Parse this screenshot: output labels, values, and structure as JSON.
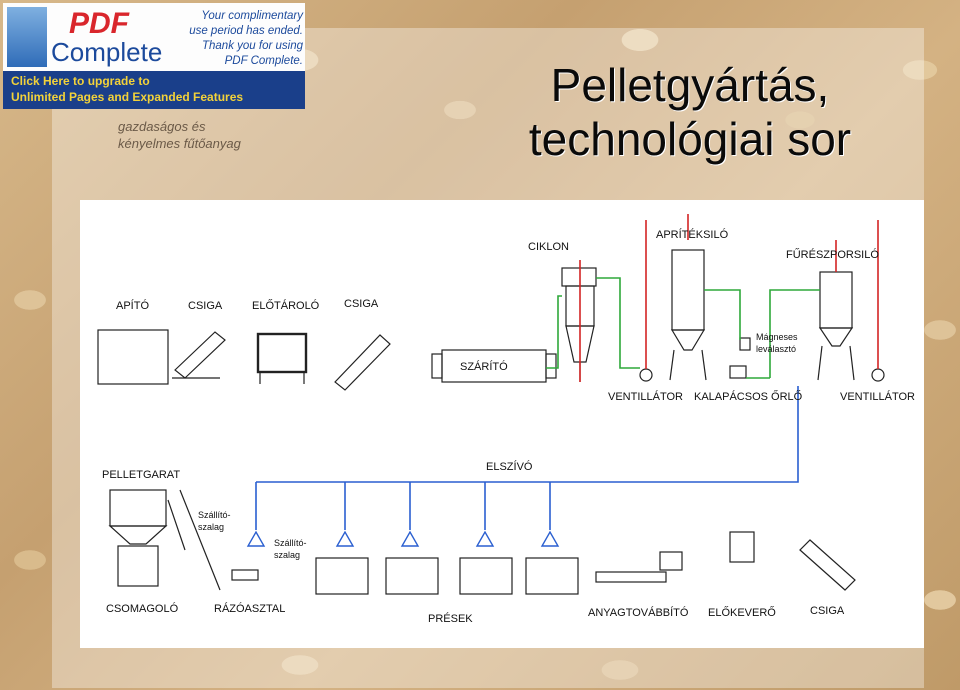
{
  "banner": {
    "pdf": "PDF",
    "complete": "Complete",
    "msg1": "Your complimentary",
    "msg2": "use period has ended.",
    "msg3": "Thank you for using",
    "msg4": "PDF Complete.",
    "cta1": "Click Here to upgrade to",
    "cta2": "Unlimited Pages and Expanded Features"
  },
  "tagline": {
    "line1": "gazdaságos és",
    "line2": "kényelmes fűtőanyag"
  },
  "title": {
    "line1": "Pelletgyártás,",
    "line2": "technológiai sor"
  },
  "labels": {
    "apito": "APÍTÓ",
    "csiga1": "CSIGA",
    "elotarolo": "ELŐTÁROLÓ",
    "csiga2": "CSIGA",
    "szarito": "SZÁRÍTÓ",
    "ciklon": "CIKLON",
    "apritek": "APRÍTÉKSILÓ",
    "fureszpor": "FŰRÉSZPORSILÓ",
    "magneses1": "Mágneses",
    "magneses2": "leválasztó",
    "vent1": "VENTILLÁTOR",
    "kalapacs": "KALAPÁCSOS ŐRLŐ",
    "vent2": "VENTILLÁTOR",
    "pelletgarat": "PELLETGARAT",
    "elszivo": "ELSZÍVÓ",
    "szall1a": "Szállító-",
    "szall1b": "szalag",
    "szall2a": "Szállító-",
    "szall2b": "szalag",
    "csomagolo": "CSOMAGOLÓ",
    "razoasztal": "RÁZÓASZTAL",
    "presek": "PRÉSEK",
    "anyagtov": "ANYAGTOVÁBBÍTÓ",
    "elokevero": "ELŐKEVERŐ",
    "csiga3": "CSIGA"
  },
  "colors": {
    "blue": "#2a5fd0",
    "green": "#2ea83a",
    "red": "#d42424",
    "banner": "#1a3f8a",
    "accent": "#f2d23a"
  }
}
